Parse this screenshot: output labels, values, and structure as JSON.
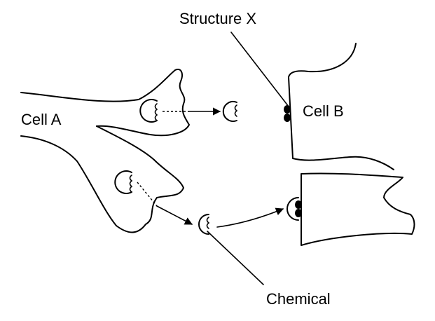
{
  "labels": {
    "structure_x": "Structure X",
    "cell_a": "Cell A",
    "cell_b": "Cell B",
    "chemical": "Chemical"
  }
}
